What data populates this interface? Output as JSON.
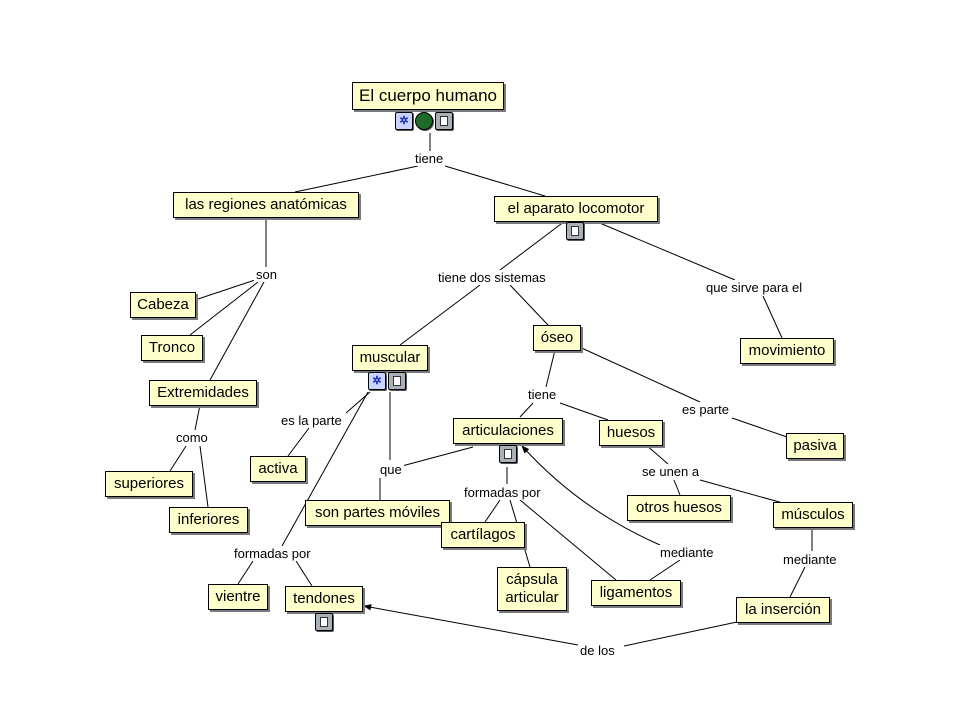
{
  "diagram": {
    "nodes": {
      "cuerpo": "El cuerpo humano",
      "regiones": "las regiones anatómicas",
      "aparato": "el aparato locomotor",
      "cabeza": "Cabeza",
      "tronco": "Tronco",
      "extremidades": "Extremidades",
      "superiores": "superiores",
      "inferiores": "inferiores",
      "muscular": "muscular",
      "oseo": "óseo",
      "movimiento": "movimiento",
      "activa": "activa",
      "son_partes": "son partes móviles",
      "articulaciones": "articulaciones",
      "huesos": "huesos",
      "pasiva": "pasiva",
      "otros_huesos": "otros huesos",
      "musculos": "músculos",
      "cartilagos": "cartílagos",
      "capsula": "cápsula articular",
      "ligamentos": "ligamentos",
      "vientre": "vientre",
      "tendones": "tendones",
      "insercion": "la inserción"
    },
    "links": {
      "tiene": "tiene",
      "son": "son",
      "tiene_dos": "tiene dos sistemas",
      "sirve": "que sirve para el",
      "como": "como",
      "es_la_parte": "es la parte",
      "que": "que",
      "tiene2": "tiene",
      "es_parte": "es parte",
      "se_unen": "se unen a",
      "formadas1": "formadas por",
      "formadas2": "formadas por",
      "mediante1": "mediante",
      "mediante2": "mediante",
      "de_los": "de los"
    },
    "icons": {
      "cuerpo": [
        "concept-map-icon",
        "web-globe-icon",
        "document-icon"
      ],
      "aparato": [
        "document-icon"
      ],
      "muscular": [
        "concept-map-icon",
        "document-icon"
      ],
      "articulaciones": [
        "document-icon"
      ],
      "tendones": [
        "document-icon"
      ]
    },
    "colors": {
      "node_fill": "#ffffcc",
      "line": "#000000",
      "background": "#ffffff"
    }
  }
}
